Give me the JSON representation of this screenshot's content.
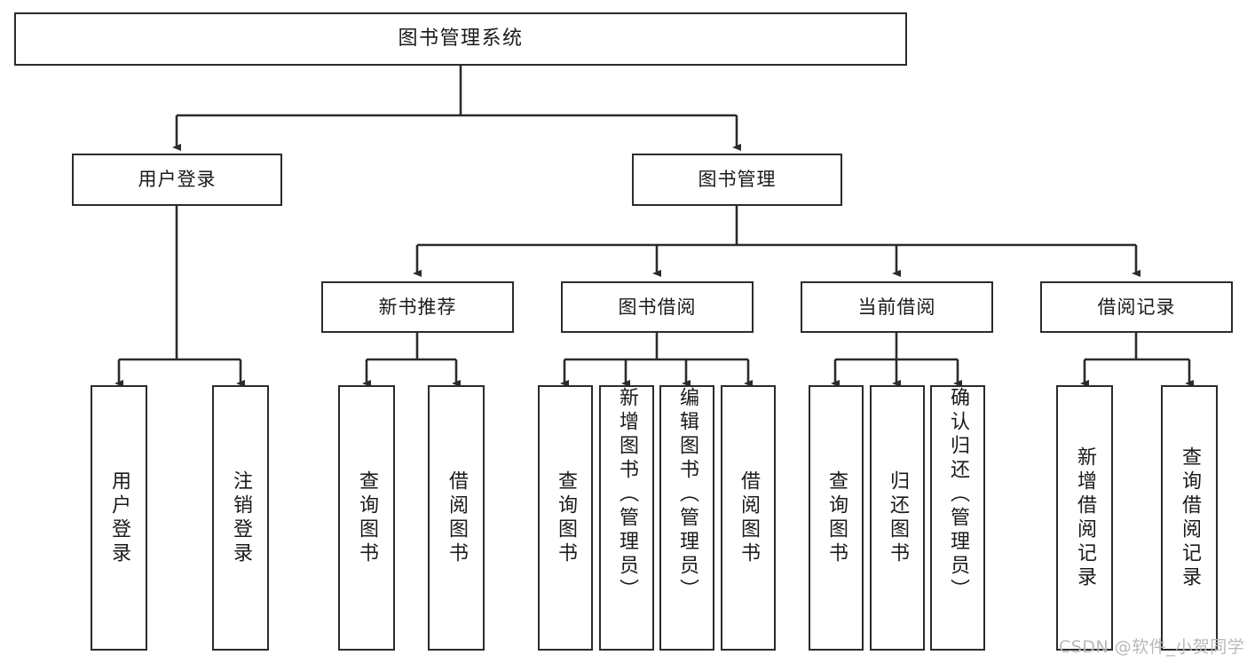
{
  "diagram": {
    "title": "图书管理系统",
    "watermark": "CSDN @软件_小贺同学",
    "stroke_color": "#2b2b2b",
    "fill_color": "#ffffff",
    "background": "#ffffff",
    "nodes": {
      "root": {
        "label": "图书管理系统"
      },
      "level1": [
        {
          "id": "user-login",
          "label": "用户登录"
        },
        {
          "id": "book-manage",
          "label": "图书管理"
        }
      ],
      "level2": [
        {
          "id": "new-book-recommend",
          "label": "新书推荐"
        },
        {
          "id": "book-borrow",
          "label": "图书借阅"
        },
        {
          "id": "current-borrow",
          "label": "当前借阅"
        },
        {
          "id": "borrow-record",
          "label": "借阅记录"
        }
      ],
      "leaves": {
        "user_login": [
          {
            "id": "leaf-user-login",
            "label": "用户登录"
          },
          {
            "id": "leaf-logout-login",
            "label": "注销登录"
          }
        ],
        "new_book_recommend": [
          {
            "id": "leaf-query-book-1",
            "label": "查询图书"
          },
          {
            "id": "leaf-borrow-book-1",
            "label": "借阅图书"
          }
        ],
        "book_borrow": [
          {
            "id": "leaf-query-book-2",
            "label": "查询图书"
          },
          {
            "id": "leaf-add-book",
            "label": "新增图书（管理员）"
          },
          {
            "id": "leaf-edit-book",
            "label": "编辑图书（管理员）"
          },
          {
            "id": "leaf-borrow-book-2",
            "label": "借阅图书"
          }
        ],
        "current_borrow": [
          {
            "id": "leaf-query-book-3",
            "label": "查询图书"
          },
          {
            "id": "leaf-return-book",
            "label": "归还图书"
          },
          {
            "id": "leaf-confirm-return",
            "label": "确认归还（管理员）"
          }
        ],
        "borrow_record": [
          {
            "id": "leaf-add-record",
            "label": "新增借阅记录"
          },
          {
            "id": "leaf-query-record",
            "label": "查询借阅记录"
          }
        ]
      }
    }
  }
}
